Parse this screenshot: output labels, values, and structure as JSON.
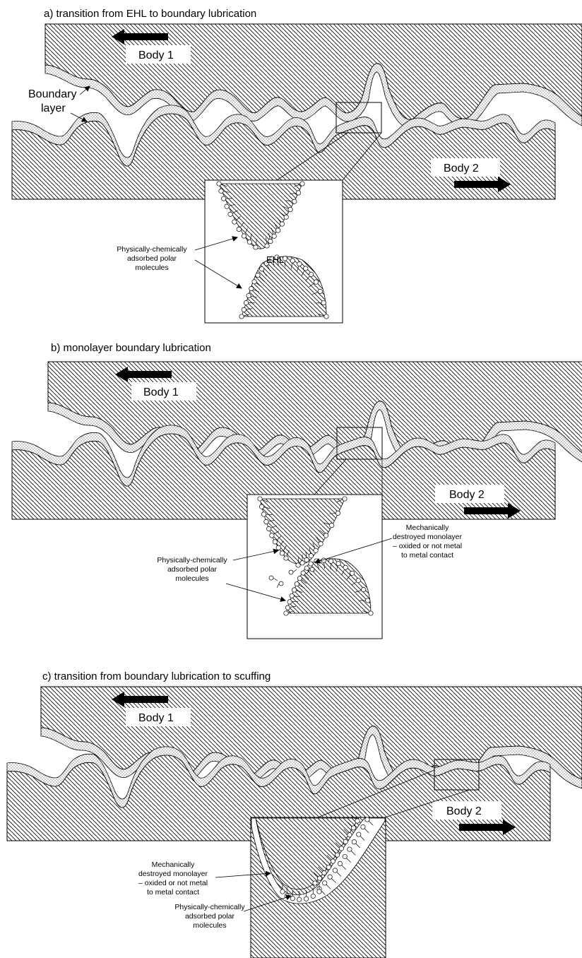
{
  "panel_a": {
    "title": "a) transition from EHL to boundary lubrication",
    "body1": "Body 1",
    "body2": "Body 2",
    "boundary_label_1": "Boundary",
    "boundary_label_2": "layer",
    "adsorbed_1": "Physically-chemically",
    "adsorbed_2": "adsorbed polar",
    "adsorbed_3": "molecules",
    "ehl": "EHL"
  },
  "panel_b": {
    "title": "b) monolayer boundary lubrication",
    "body1": "Body 1",
    "body2": "Body 2",
    "adsorbed_1": "Physically-chemically",
    "adsorbed_2": "adsorbed polar",
    "adsorbed_3": "molecules",
    "destroyed_1": "Mechanically",
    "destroyed_2": "destroyed monolayer",
    "destroyed_3": "– oxided or not metal",
    "destroyed_4": "to metal contact"
  },
  "panel_c": {
    "title": "c) transition from boundary lubrication to scuffing",
    "body1": "Body 1",
    "body2": "Body 2",
    "destroyed_1": "Mechanically",
    "destroyed_2": "destroyed monolayer",
    "destroyed_3": "– oxided or not metal",
    "destroyed_4": "to metal contact",
    "adsorbed_1": "Physically-chemically",
    "adsorbed_2": "adsorbed polar",
    "adsorbed_3": "molecules"
  }
}
